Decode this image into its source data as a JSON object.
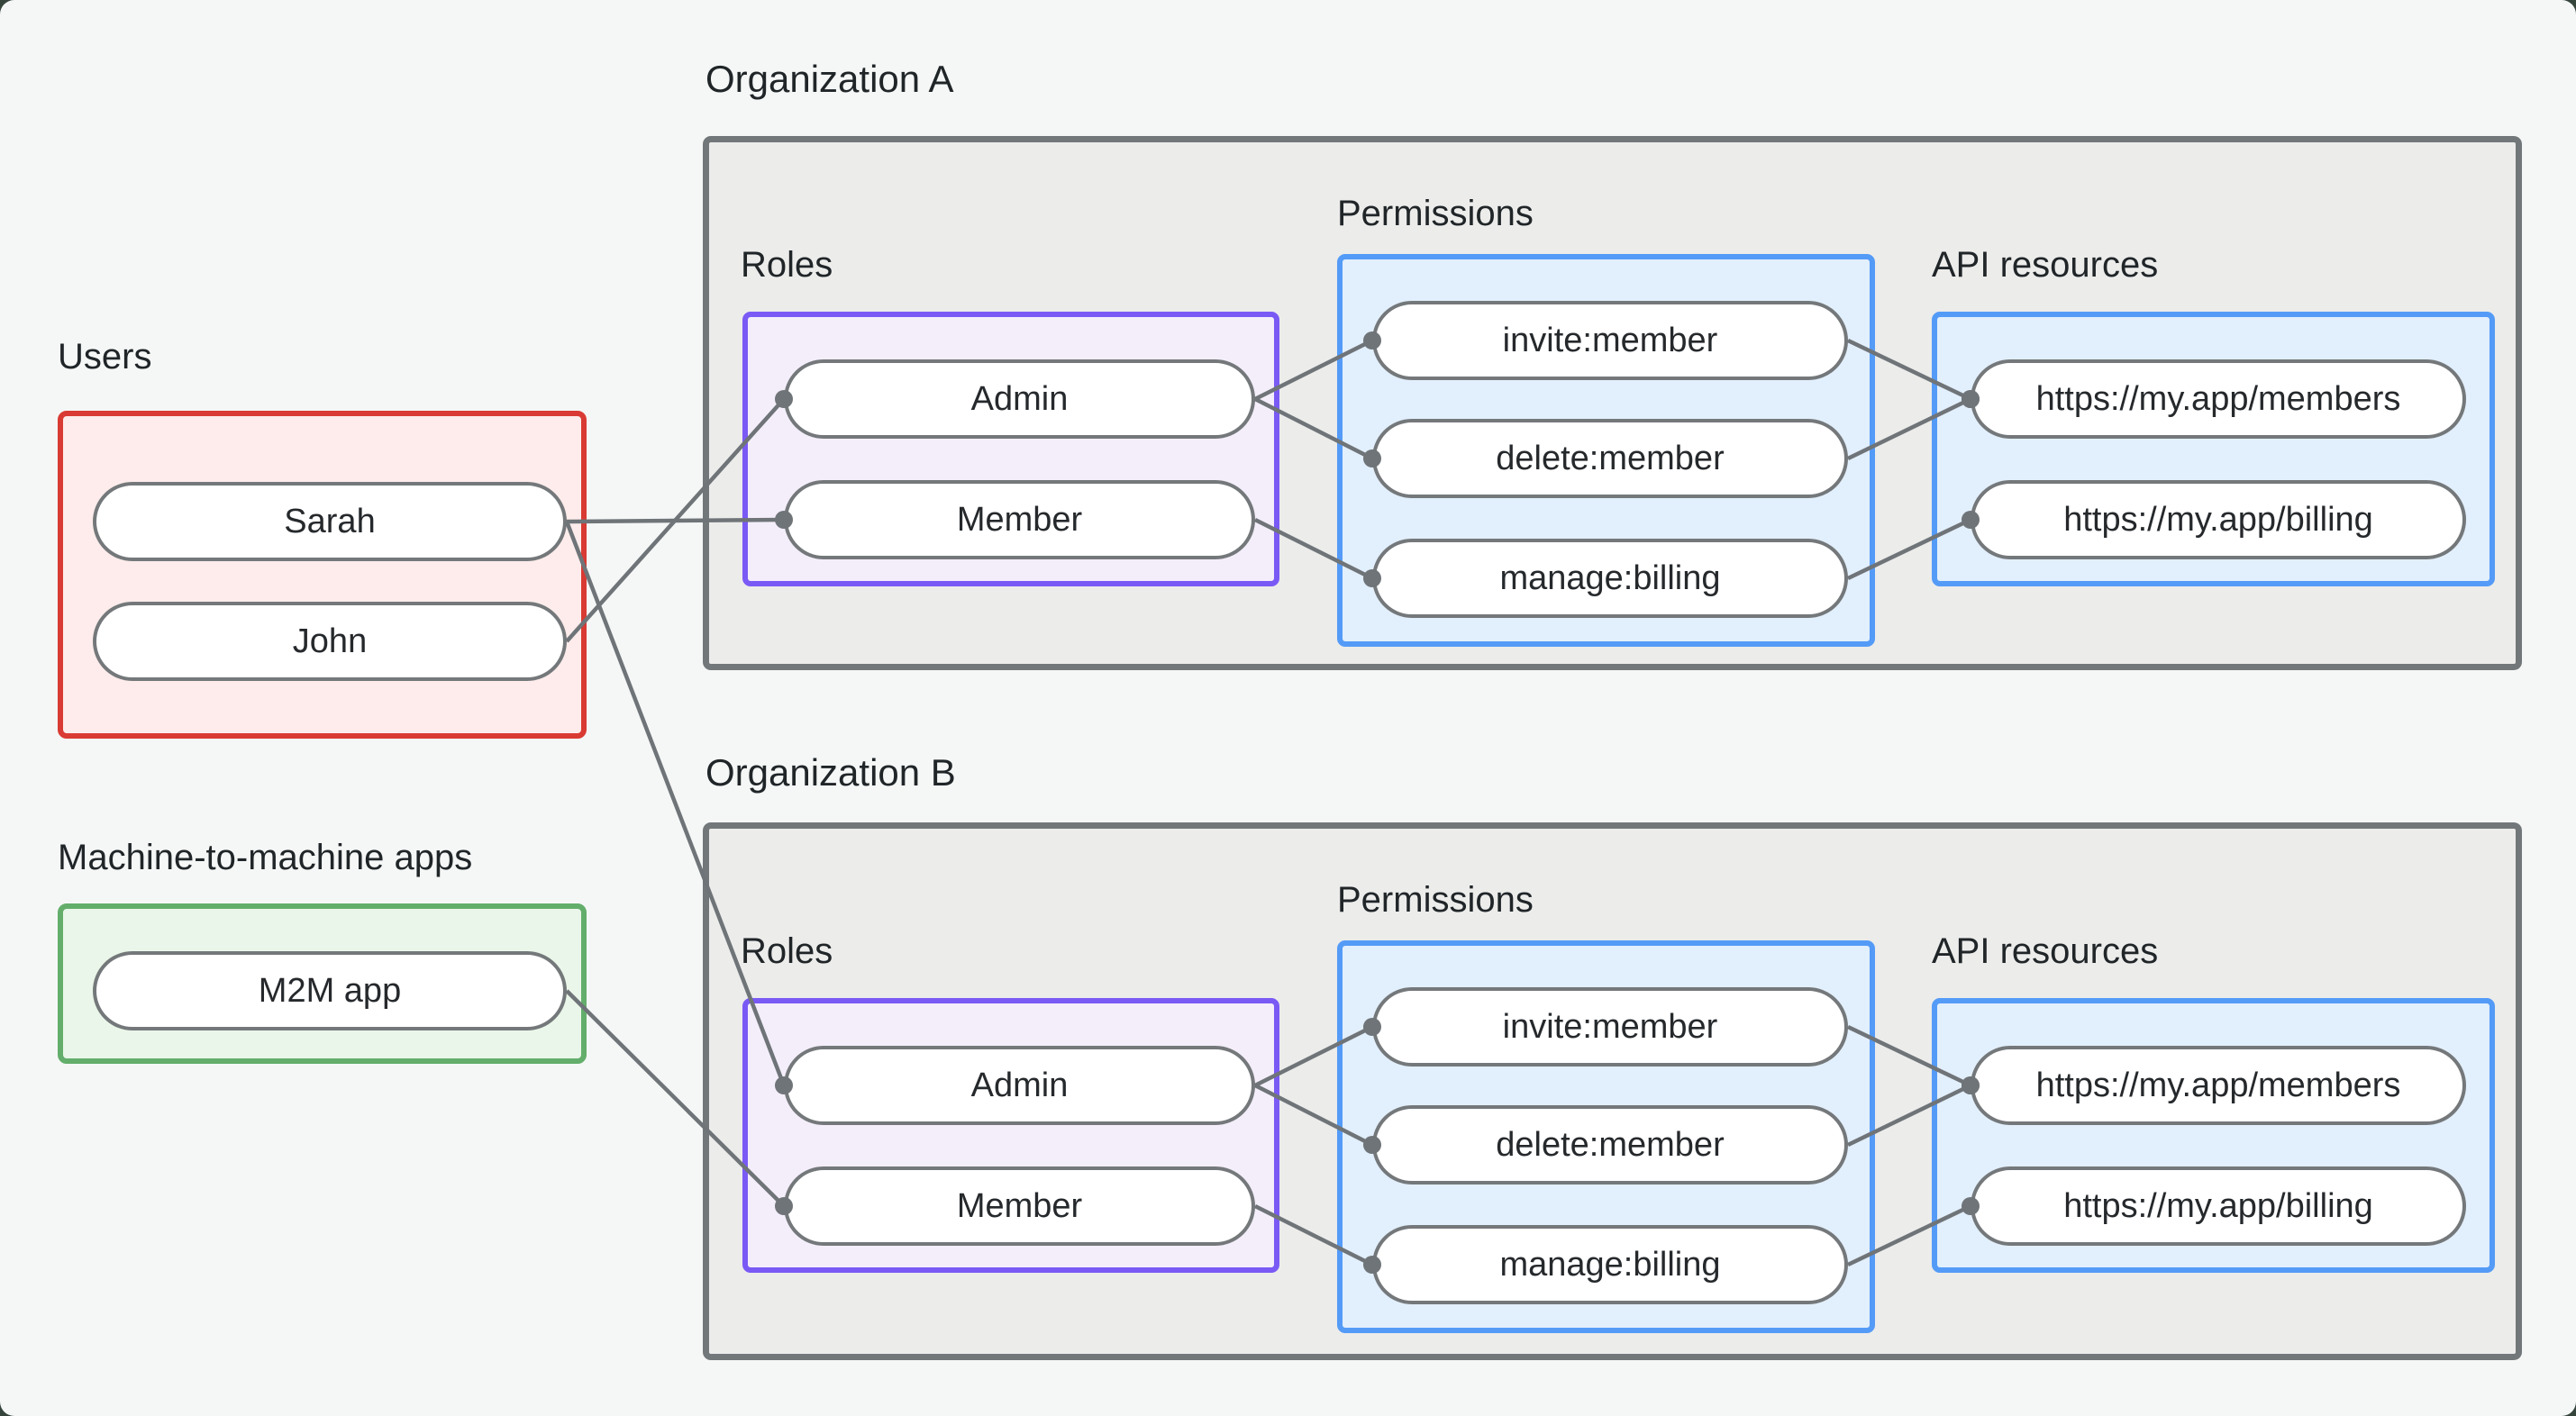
{
  "theme": {
    "page_backdrop": "#36453c",
    "canvas_bg": "#f5f7f6",
    "users_border": "#d93a33",
    "users_fill": "#fdeceb",
    "m2m_border": "#63ae6b",
    "m2m_fill": "#eaf6e9",
    "org_border": "#72777a",
    "org_fill": "#ececeb",
    "roles_border": "#7a5af5",
    "roles_fill": "#f4eefb",
    "blue_border": "#549bf7",
    "blue_fill": "#e2effc",
    "pill_border": "#74787a",
    "pill_fill": "#ffffff",
    "edge": "#6f7478",
    "label_text": "#202528",
    "pill_text": "#26292c"
  },
  "groups": {
    "users": {
      "label": "Users"
    },
    "m2m": {
      "label": "Machine-to-machine apps"
    },
    "org_a": {
      "label": "Organization A",
      "roles_label": "Roles",
      "permissions_label": "Permissions",
      "api_label": "API resources"
    },
    "org_b": {
      "label": "Organization B",
      "roles_label": "Roles",
      "permissions_label": "Permissions",
      "api_label": "API resources"
    }
  },
  "nodes": {
    "sarah": {
      "label": "Sarah"
    },
    "john": {
      "label": "John"
    },
    "m2m_app": {
      "label": "M2M app"
    },
    "org_a_admin": {
      "label": "Admin"
    },
    "org_a_member": {
      "label": "Member"
    },
    "org_a_invite": {
      "label": "invite:member"
    },
    "org_a_delete": {
      "label": "delete:member"
    },
    "org_a_manage": {
      "label": "manage:billing"
    },
    "org_a_members_api": {
      "label": "https://my.app/members"
    },
    "org_a_billing_api": {
      "label": "https://my.app/billing"
    },
    "org_b_admin": {
      "label": "Admin"
    },
    "org_b_member": {
      "label": "Member"
    },
    "org_b_invite": {
      "label": "invite:member"
    },
    "org_b_delete": {
      "label": "delete:member"
    },
    "org_b_manage": {
      "label": "manage:billing"
    },
    "org_b_members_api": {
      "label": "https://my.app/members"
    },
    "org_b_billing_api": {
      "label": "https://my.app/billing"
    }
  },
  "edges": [
    {
      "from": "john",
      "to": "org_a_admin"
    },
    {
      "from": "sarah",
      "to": "org_a_member"
    },
    {
      "from": "sarah",
      "to": "org_b_admin"
    },
    {
      "from": "m2m_app",
      "to": "org_b_member"
    },
    {
      "from": "org_a_admin",
      "to": "org_a_invite"
    },
    {
      "from": "org_a_admin",
      "to": "org_a_delete"
    },
    {
      "from": "org_a_member",
      "to": "org_a_manage"
    },
    {
      "from": "org_a_invite",
      "to": "org_a_members_api"
    },
    {
      "from": "org_a_delete",
      "to": "org_a_members_api"
    },
    {
      "from": "org_a_manage",
      "to": "org_a_billing_api"
    },
    {
      "from": "org_b_admin",
      "to": "org_b_invite"
    },
    {
      "from": "org_b_admin",
      "to": "org_b_delete"
    },
    {
      "from": "org_b_member",
      "to": "org_b_manage"
    },
    {
      "from": "org_b_invite",
      "to": "org_b_members_api"
    },
    {
      "from": "org_b_delete",
      "to": "org_b_members_api"
    },
    {
      "from": "org_b_manage",
      "to": "org_b_billing_api"
    }
  ],
  "edge_style": {
    "stroke_width": 4.5,
    "dot_radius": 10
  }
}
